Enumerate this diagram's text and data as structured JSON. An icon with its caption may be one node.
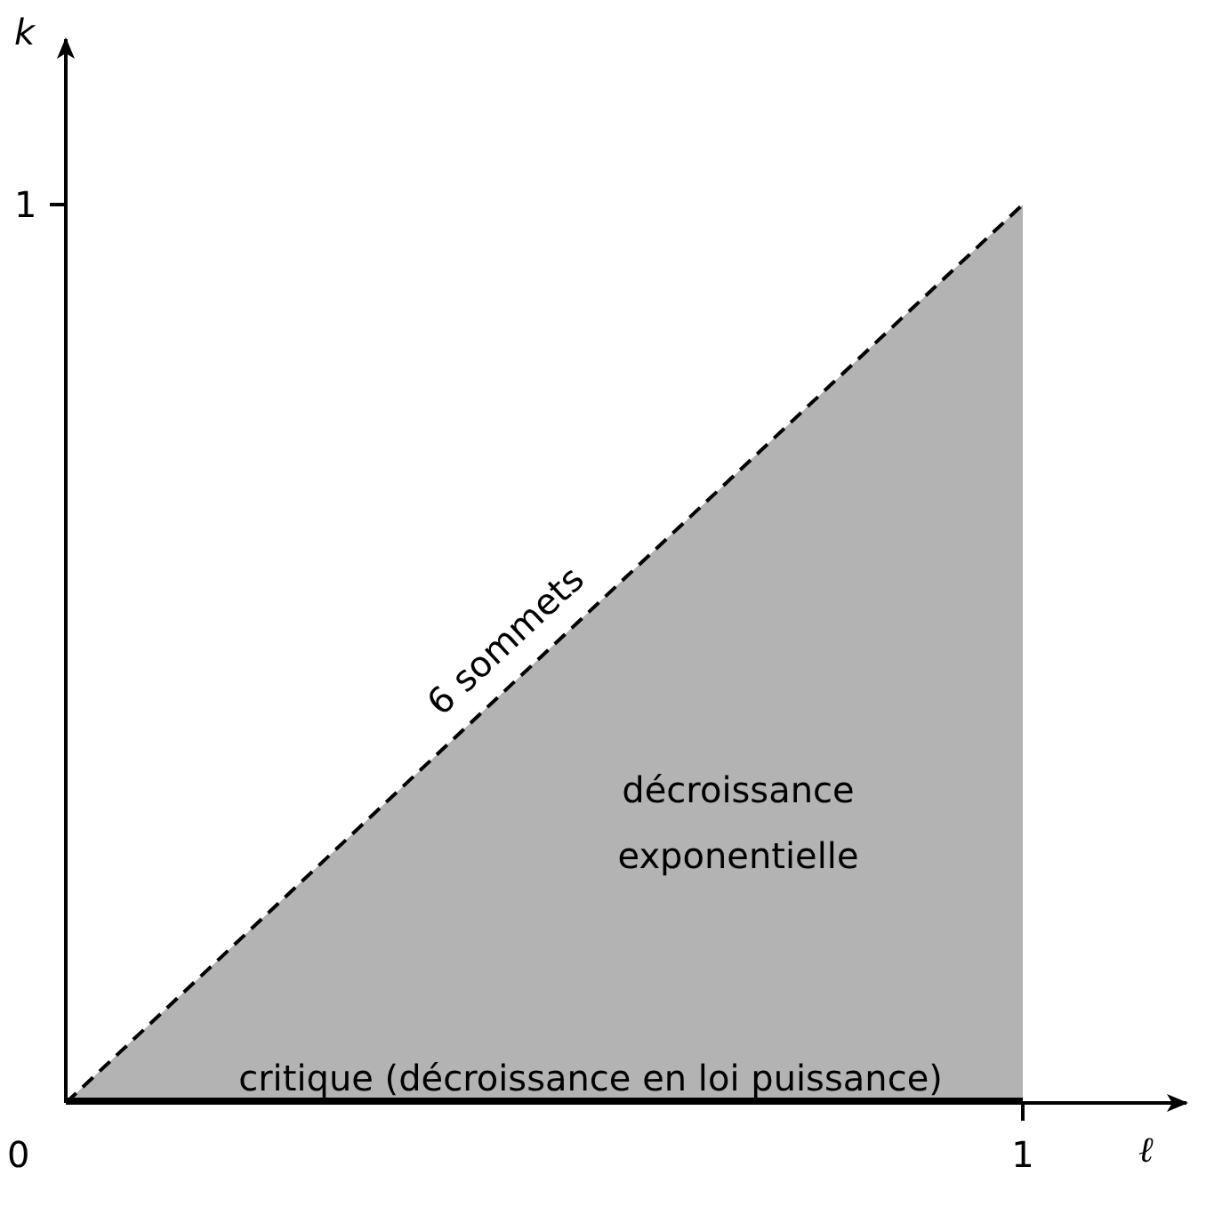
{
  "diagram": {
    "labels": [
      "k",
      "1",
      "6 sommets",
      "décroissance exponentielle",
      "critique (décroissance en loi puissance)",
      "0",
      "1",
      "ℓ"
    ]
  }
}
